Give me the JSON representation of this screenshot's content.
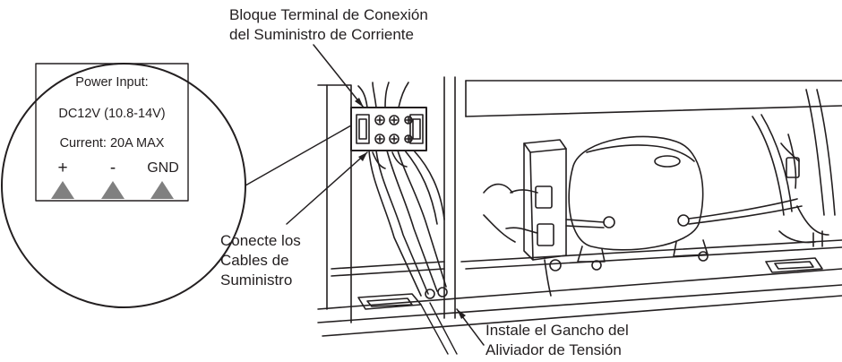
{
  "callouts": {
    "terminal_block": [
      "Bloque Terminal de Conexión",
      "del Suministro de Corriente"
    ],
    "connect_cables": [
      "Conecte los",
      "Cables de",
      "Suministro"
    ],
    "strain_relief": [
      "Instale el Gancho del",
      "Aliviador de Tensión"
    ]
  },
  "inset": {
    "title": "Power Input:",
    "voltage": "DC12V (10.8-14V)",
    "current": "Current: 20A MAX",
    "terminals": [
      "+",
      "-",
      "GND"
    ]
  },
  "colors": {
    "line": "#231f20",
    "terminal_triangle": "#808080",
    "panel_fill": "#ffffff"
  }
}
